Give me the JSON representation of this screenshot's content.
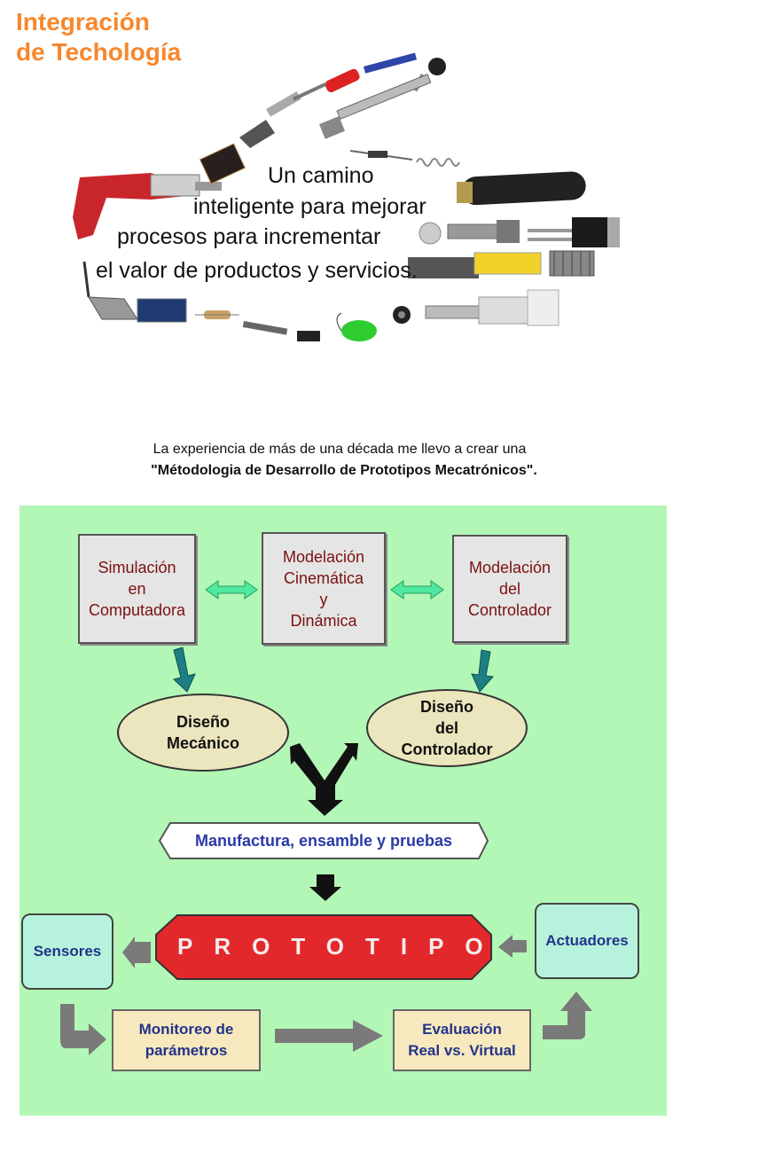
{
  "header": {
    "title_line1": "Integración",
    "title_line2": "de Techología"
  },
  "tagline": {
    "line1": "Un camino",
    "line2": "inteligente para mejorar",
    "line3": "procesos para incrementar",
    "line4": "el valor de productos y servicios."
  },
  "intro": {
    "line1": "La experiencia de más de una década me llevo a crear una",
    "line2": "\"Métodologia de Desarrollo de Prototipos Mecatrónicos\"."
  },
  "diagram": {
    "sim_box": [
      "Simulación",
      "en",
      "Computadora"
    ],
    "model_box": [
      "Modelación",
      "Cinemática",
      "y",
      "Dinámica"
    ],
    "ctrl_box": [
      "Modelación",
      "del",
      "Controlador"
    ],
    "mech_oval": [
      "Diseño",
      "Mecánico"
    ],
    "ctrl_oval": [
      "Diseño",
      "del",
      "Controlador"
    ],
    "manufacture": "Manufactura, ensamble y pruebas",
    "prototype": "PROTOTIPO",
    "sensors": "Sensores",
    "actuators": "Actuadores",
    "monitor": [
      "Monitoreo de",
      "parámetros"
    ],
    "evaluation": [
      "Evaluación",
      "Real vs. Virtual"
    ]
  },
  "colors": {
    "title": "#f7872d",
    "panel": "#b3f7b6",
    "prototype": "#e3282c",
    "box_text": "#7a1010",
    "label_text": "#23338a",
    "teal_arrow": "#1d7f83",
    "double_arrow": "#4fe8a0"
  }
}
